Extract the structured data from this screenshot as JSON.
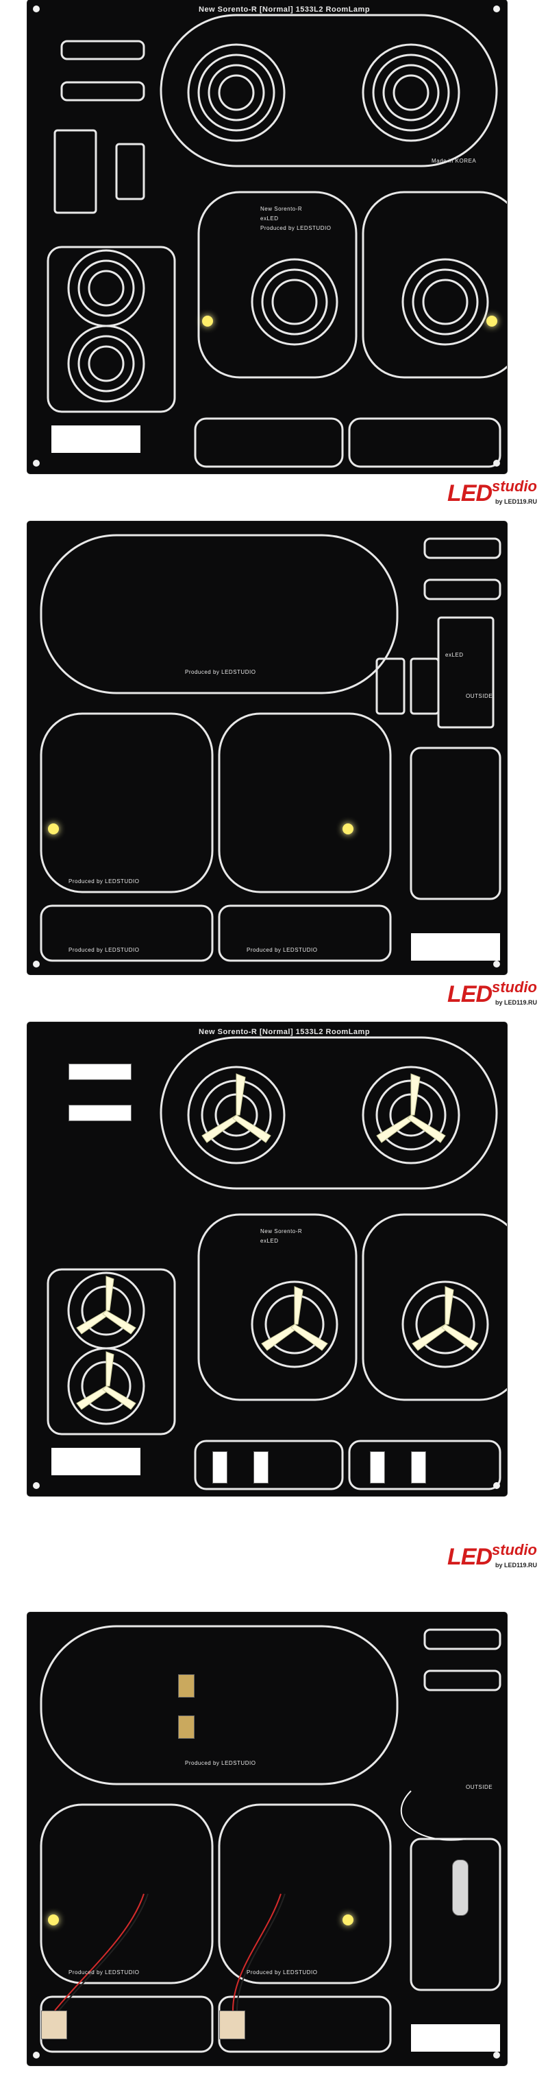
{
  "panels": [
    {
      "title": "New Sorento-R [Normal] 1533L2 RoomLamp",
      "labels": {
        "brand": "New Sorento-R",
        "subbrand": "exLED",
        "produced": "Produced by LEDSTUDIO",
        "made_in": "Made in KOREA"
      }
    },
    {
      "labels": {
        "produced_top": "Produced by LEDSTUDIO",
        "produced_left": "Produced by LEDSTUDIO",
        "produced_bottom_left": "Produced by LEDSTUDIO",
        "produced_bottom_mid": "Produced by LEDSTUDIO",
        "outside": "OUTSIDE",
        "exled": "exLED"
      }
    },
    {
      "title": "New Sorento-R [Normal] 1533L2 RoomLamp",
      "labels": {
        "brand": "New Sorento-R",
        "subbrand": "exLED"
      }
    },
    {
      "labels": {
        "produced_top": "Produced by LEDSTUDIO",
        "produced_left": "Produced by LEDSTUDIO",
        "produced_mid": "Produced by LEDSTUDIO",
        "outside": "OUTSIDE"
      }
    }
  ],
  "logo": {
    "main": "LED",
    "studio": "studio",
    "site": "by LED119.RU"
  }
}
